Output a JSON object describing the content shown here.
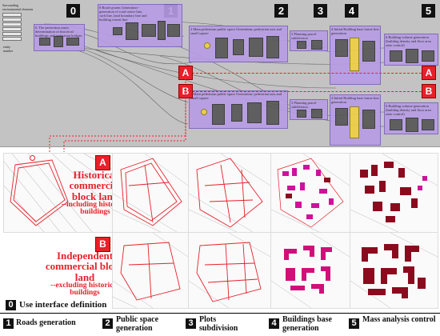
{
  "steps_top": [
    "0",
    "1",
    "2",
    "3",
    "4",
    "5"
  ],
  "canvas": {
    "param_panel_title": "Surrounding environmental elements",
    "param_side_label": "entity\nnumber",
    "group0_label": "0. The protection zones determination of historical buildings and pedestrian bridges",
    "group1_label": "0 Road system Generation - generation of road center line, curb line, land boundary line and building retreat line",
    "group2a_label": "2 Main pedestrian public space Generation: pedestrian axis and small square",
    "group2b_label": "2 Main pedestrian public space Generation: pedestrian axis and small square",
    "group3a_label": "3 Planning parcel subdivision",
    "group3b_label": "3 Planning parcel subdivision",
    "group4a_label": "4 Initial Building base frame line generation",
    "group4b_label": "4 Initial Building base frame line generation",
    "group5a_label": "6 Building volume generation (building density and floor area ratio control)",
    "group5b_label": "6 Building volume generation (building density and floor area ratio control)"
  },
  "markers": {
    "a": "A",
    "b": "B"
  },
  "row_a": {
    "letter": "A",
    "caption_main": "Historical commercial block land",
    "caption_sub": "--including historical buildings"
  },
  "row_b": {
    "letter": "B",
    "caption_main": "Independent commercial block land",
    "caption_sub": "--excluding historical buildings"
  },
  "legend": [
    {
      "num": "0",
      "text": "Use interface definition"
    },
    {
      "num": "1",
      "text": "Roads generation"
    },
    {
      "num": "2",
      "text": "Public space generation"
    },
    {
      "num": "3",
      "text": "Plots subdivision"
    },
    {
      "num": "4",
      "text": "Buildings base generation"
    },
    {
      "num": "5",
      "text": "Mass analysis control"
    }
  ],
  "colors": {
    "accent_red": "#e8202a",
    "group_purple": "#b79ce6",
    "building_dark": "#8b0a1e",
    "building_magenta": "#d0109a"
  }
}
